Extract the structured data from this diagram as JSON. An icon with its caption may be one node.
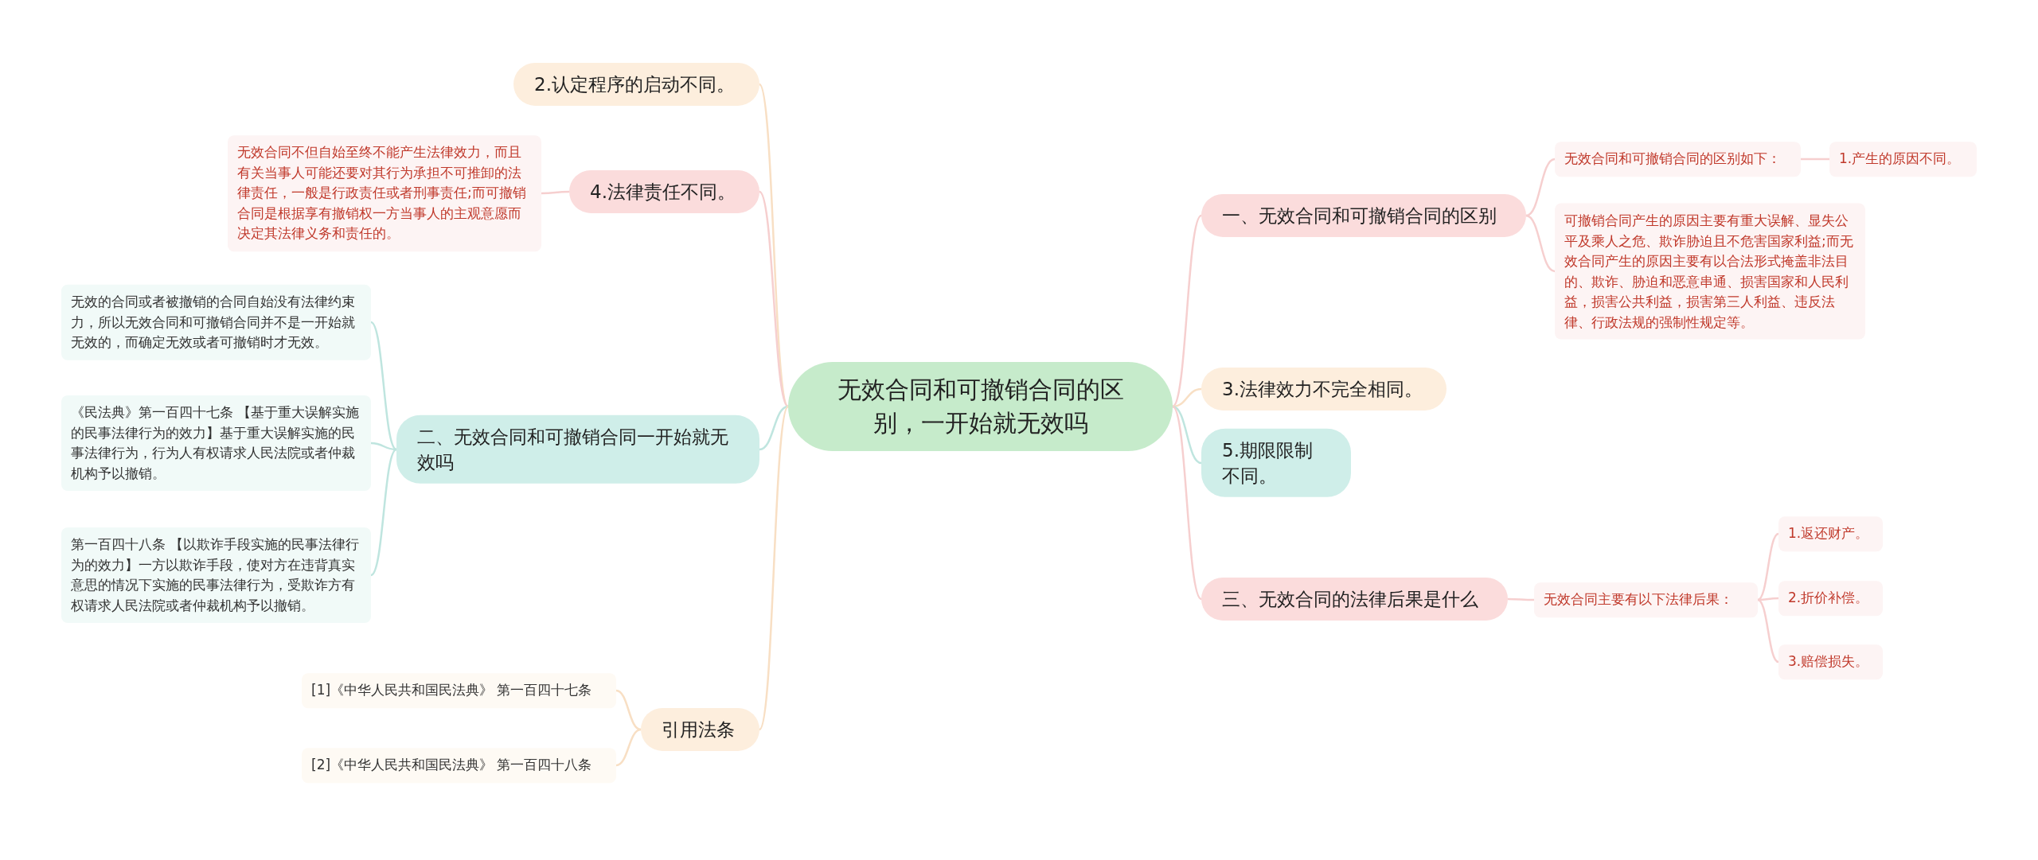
{
  "diagram": {
    "nodes": [
      {
        "text": [
          "无效合同和可撤销合同的区别，一开始就无效吗"
        ]
      },
      {
        "text": [
          "2.认定程序的启动不同。"
        ]
      },
      {
        "text": [
          "4.法律责任不同。"
        ]
      },
      {
        "text": [
          "无效合同不但自始至终不能产生法律效力，而且有关当事人可能还要对其行为承担不可推卸的法律责任，一般是行政责任或者刑事责任;而可撤销合同是根据享有撤销权一方当事人的主观意愿而决定其法律义务和责任的。"
        ]
      },
      {
        "text": [
          "二、无效合同和可撤销合同一开始就无效吗"
        ]
      },
      {
        "text": [
          "无效的合同或者被撤销的合同自始没有法律约束力，所以无效合同和可撤销合同并不是一开始就无效的，而确定无效或者可撤销时才无效。"
        ]
      },
      {
        "text": [
          "《民法典》第一百四十七条 【基于重大误解实施的民事法律行为的效力】基于重大误解实施的民事法律行为，行为人有权请求人民法院或者仲裁机构予以撤销。"
        ]
      },
      {
        "text": [
          "第一百四十八条 【以欺诈手段实施的民事法律行为的效力】一方以欺诈手段，使对方在违背真实意思的情况下实施的民事法律行为，受欺诈方有权请求人民法院或者仲裁机构予以撤销。"
        ]
      },
      {
        "text": [
          "引用法条"
        ]
      },
      {
        "text": [
          "[1]《中华人民共和国民法典》 第一百四十七条"
        ]
      },
      {
        "text": [
          "[2]《中华人民共和国民法典》 第一百四十八条"
        ]
      },
      {
        "text": [
          "一、无效合同和可撤销合同的区别"
        ]
      },
      {
        "text": [
          "无效合同和可撤销合同的区别如下："
        ]
      },
      {
        "text": [
          "1.产生的原因不同。"
        ]
      },
      {
        "text": [
          "可撤销合同产生的原因主要有重大误解、显失公平及乘人之危、欺诈胁迫且不危害国家利益;而无效合同产生的原因主要有以合法形式掩盖非法目的、欺诈、胁迫和恶意串通、损害国家和人民利益，损害公共利益，损害第三人利益、违反法律、行政法规的强制性规定等。"
        ]
      },
      {
        "text": [
          "3.法律效力不完全相同。"
        ]
      },
      {
        "text": [
          "5.期限限制不同。"
        ]
      },
      {
        "text": [
          "三、无效合同的法律后果是什么"
        ]
      },
      {
        "text": [
          "无效合同主要有以下法律后果："
        ]
      },
      {
        "text": [
          "1.返还财产。"
        ]
      },
      {
        "text": [
          "2.折价补偿。"
        ]
      },
      {
        "text": [
          "3.赔偿损失。"
        ]
      }
    ],
    "edges": [
      {
        "from": 0,
        "to": 1,
        "arrow": "none",
        "color": "#f8dfc4"
      },
      {
        "from": 0,
        "to": 2,
        "arrow": "none"
      },
      {
        "from": 2,
        "to": 3,
        "arrow": "none"
      },
      {
        "from": 0,
        "to": 4,
        "arrow": "none",
        "color": "#bfe5df"
      },
      {
        "from": 4,
        "to": 5,
        "arrow": "none",
        "color": "#bfe5df"
      },
      {
        "from": 4,
        "to": 6,
        "arrow": "none",
        "color": "#bfe5df"
      },
      {
        "from": 4,
        "to": 7,
        "arrow": "none",
        "color": "#bfe5df"
      },
      {
        "from": 0,
        "to": 8,
        "arrow": "none",
        "color": "#f8dfc4"
      },
      {
        "from": 8,
        "to": 9,
        "arrow": "none",
        "color": "#f8dfc4"
      },
      {
        "from": 8,
        "to": 10,
        "arrow": "none",
        "color": "#f8dfc4"
      },
      {
        "from": 0,
        "to": 11,
        "arrow": "none"
      },
      {
        "from": 11,
        "to": 12,
        "arrow": "none"
      },
      {
        "from": 12,
        "to": 13,
        "arrow": "none"
      },
      {
        "from": 11,
        "to": 14,
        "arrow": "none"
      },
      {
        "from": 0,
        "to": 15,
        "arrow": "none",
        "color": "#f8dfc4"
      },
      {
        "from": 0,
        "to": 16,
        "arrow": "none",
        "color": "#bfe5df"
      },
      {
        "from": 0,
        "to": 17,
        "arrow": "none"
      },
      {
        "from": 17,
        "to": 18,
        "arrow": "none"
      },
      {
        "from": 18,
        "to": 19,
        "arrow": "none"
      },
      {
        "from": 18,
        "to": 20,
        "arrow": "none"
      },
      {
        "from": 18,
        "to": 21,
        "arrow": "none"
      }
    ]
  }
}
